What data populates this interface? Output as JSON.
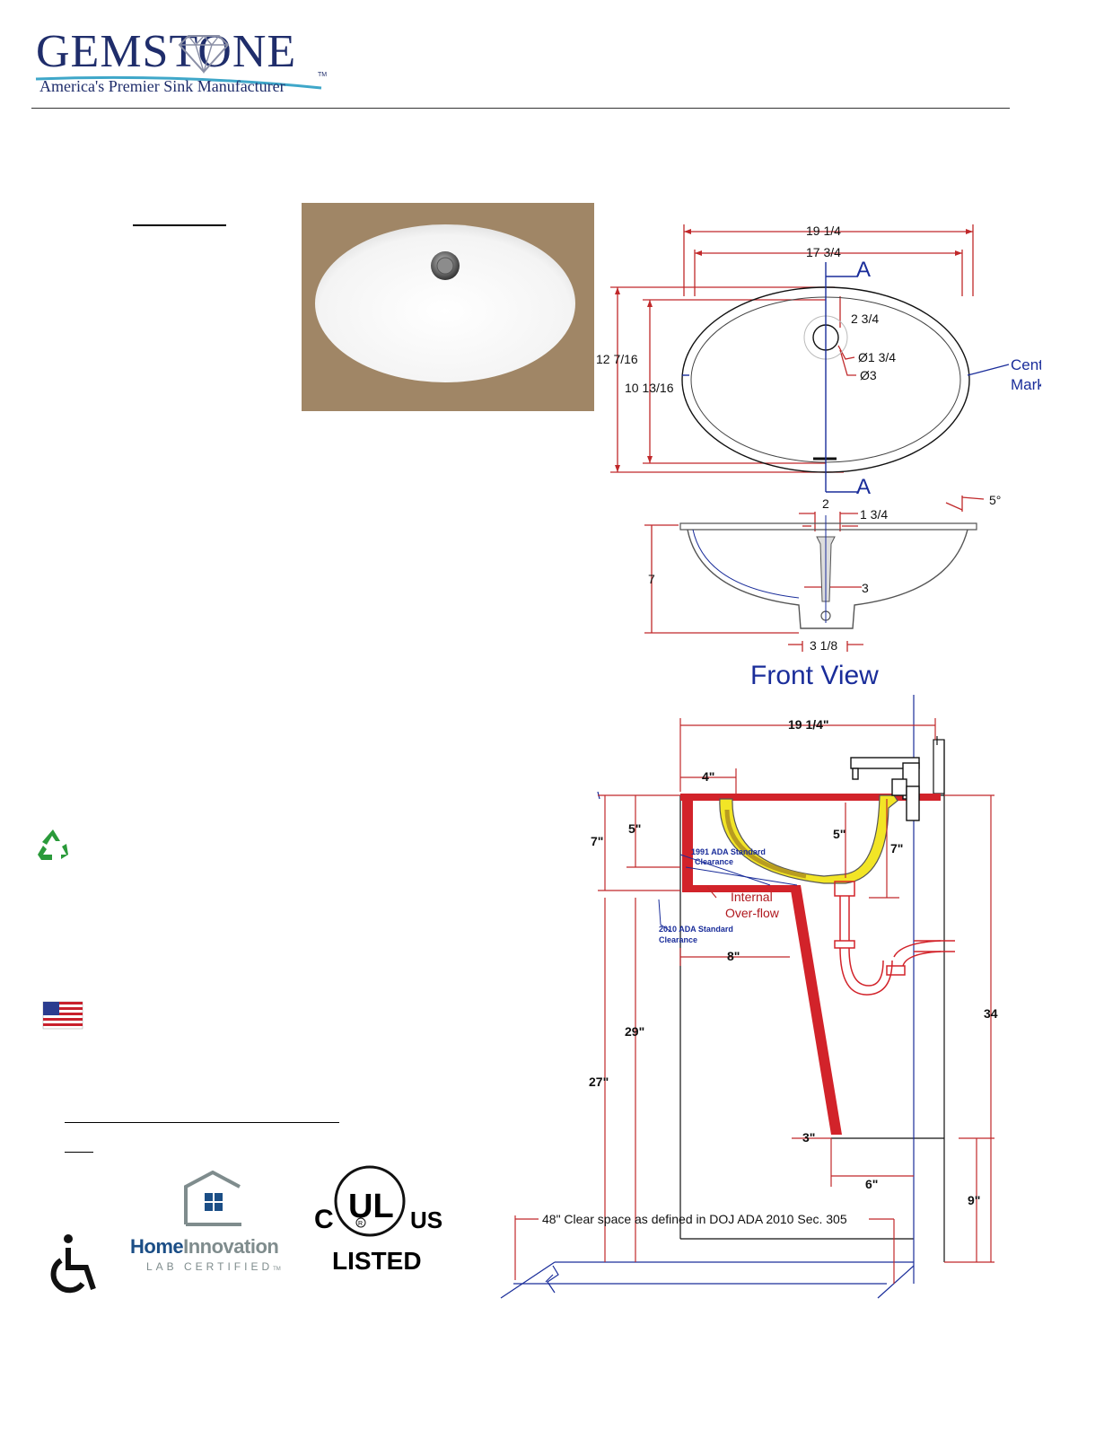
{
  "brand": {
    "logo_text": "GEMSTONE",
    "tagline": "America's Premier Sink Manufacturer",
    "trademark": "TM"
  },
  "top_view": {
    "overall_width": "19 1/4",
    "bowl_width": "17 3/4",
    "overall_depth": "12 7/16",
    "bowl_depth": "10 13/16",
    "drain_offset": "2 3/4",
    "drain_diameter": "Ø1 3/4",
    "drain_flange_diameter": "Ø3",
    "section_marker": "A",
    "center_marks_line1": "Center",
    "center_marks_line2": "Marks"
  },
  "section_view": {
    "dim_2": "2",
    "dim_1_3_4": "1 3/4",
    "angle": "5°",
    "height": "7",
    "drain_3": "3",
    "outlet": "3 1/8"
  },
  "front_view": {
    "title": "Front View",
    "width": "19 1/4\"",
    "rim_4": "4\"",
    "depth_5_left": "5\"",
    "depth_7_left": "7\"",
    "depth_5_bowl": "5\"",
    "depth_7_right": "7\"",
    "ada_1991_line1": "1991 ADA Standard",
    "ada_1991_line2": "Clearance",
    "overflow_line1": "Internal",
    "overflow_line2": "Over-flow",
    "ada_2010_line1": "2010 ADA Standard",
    "ada_2010_line2": "Clearance",
    "knee_8": "8\"",
    "height_29": "29\"",
    "height_27": "27\"",
    "height_34": "34",
    "toe_3": "3\"",
    "toe_6": "6\"",
    "toe_9": "9\"",
    "clear_space": "48\" Clear space as defined in DOJ ADA 2010 Sec. 305"
  },
  "badges": {
    "home_innovation_1": "Home",
    "home_innovation_2": "Innovation",
    "lab_certified": "LAB CERTIFIED",
    "lab_tm": "TM",
    "ul_c": "C",
    "ul_mark": "UL",
    "ul_r": "R",
    "ul_us": "US",
    "ul_listed": "LISTED"
  },
  "colors": {
    "brand_blue": "#1f2d6b",
    "dimension_red": "#c0282a",
    "cabinet_red": "#d2232a",
    "bowl_yellow": "#f2e526",
    "blue_line": "#1a2d9a",
    "photo_bg": "#a08666"
  }
}
